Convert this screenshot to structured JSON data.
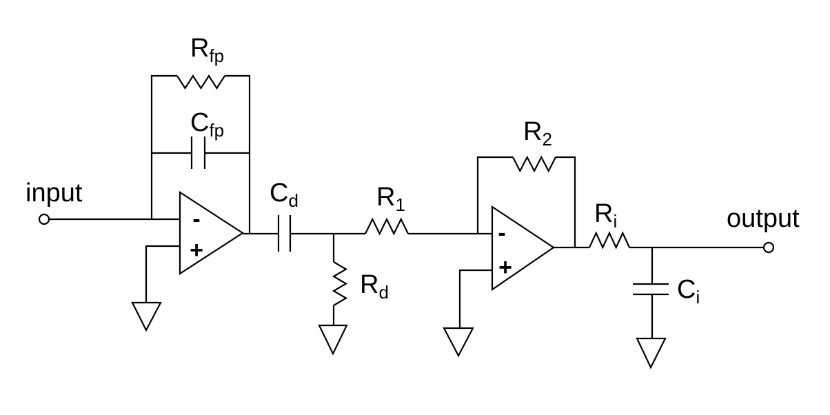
{
  "diagram": {
    "type": "circuit-schematic",
    "background_color": "#ffffff",
    "line_color": "#000000",
    "text_color": "#000000",
    "terminals": {
      "input": {
        "label": "input"
      },
      "output": {
        "label": "output"
      }
    },
    "opamps": {
      "first": {
        "inverting_label": "-",
        "noninverting_label": "+"
      },
      "second": {
        "inverting_label": "-",
        "noninverting_label": "+"
      }
    },
    "components": {
      "rfp": {
        "kind": "resistor",
        "label": "R",
        "sub": "fp"
      },
      "cfp": {
        "kind": "capacitor",
        "label": "C",
        "sub": "fp"
      },
      "cd": {
        "kind": "capacitor",
        "label": "C",
        "sub": "d"
      },
      "rd": {
        "kind": "resistor",
        "label": "R",
        "sub": "d"
      },
      "r1": {
        "kind": "resistor",
        "label": "R",
        "sub": "1"
      },
      "r2": {
        "kind": "resistor",
        "label": "R",
        "sub": "2"
      },
      "ri": {
        "kind": "resistor",
        "label": "R",
        "sub": "i"
      },
      "ci": {
        "kind": "capacitor",
        "label": "C",
        "sub": "i"
      }
    },
    "ground_symbol_count": 4
  }
}
